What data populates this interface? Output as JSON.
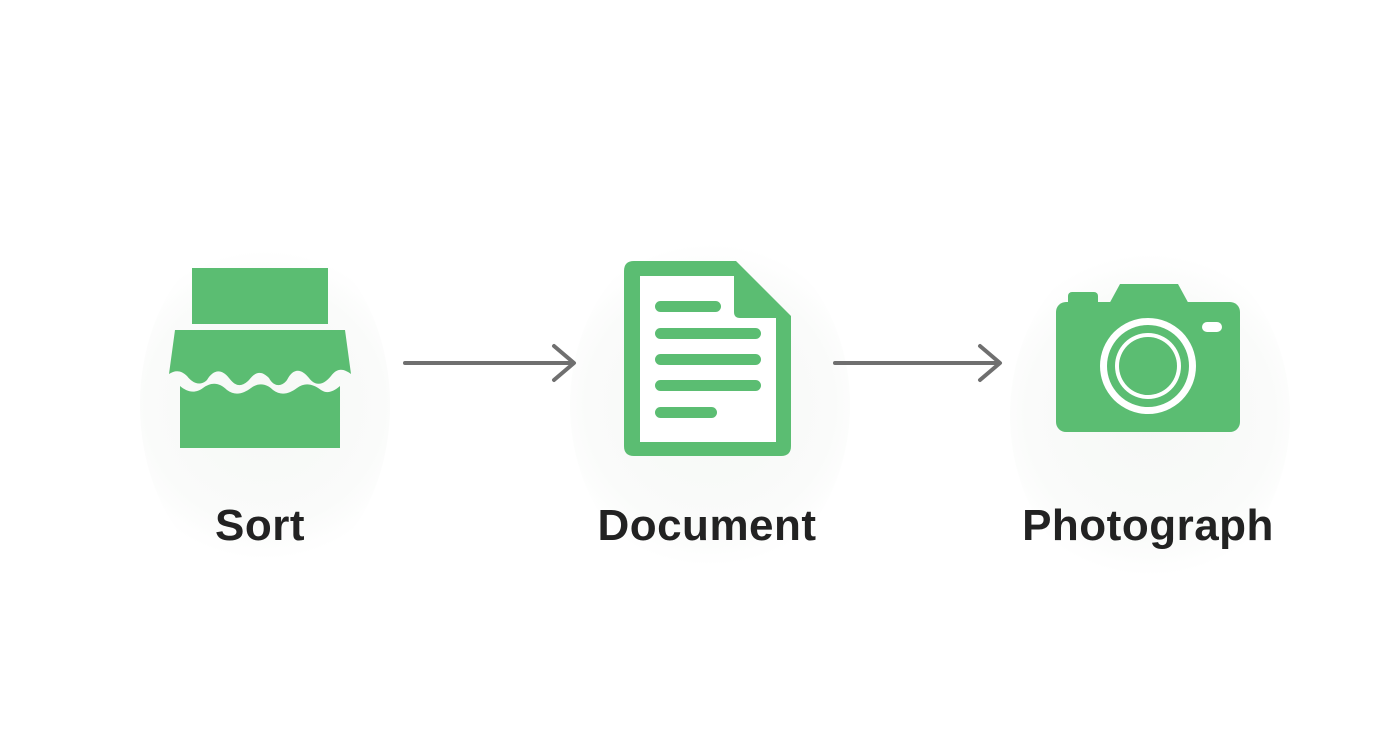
{
  "colors": {
    "icon_green": "#5bbd72",
    "arrow_gray": "#6f6f6f",
    "label_dark": "#222222",
    "background": "#ffffff"
  },
  "steps": [
    {
      "icon": "archive-box-icon",
      "label": "Sort"
    },
    {
      "icon": "document-icon",
      "label": "Document"
    },
    {
      "icon": "camera-icon",
      "label": "Photograph"
    }
  ],
  "connectors": [
    {
      "icon": "arrow-right-icon"
    },
    {
      "icon": "arrow-right-icon"
    }
  ]
}
